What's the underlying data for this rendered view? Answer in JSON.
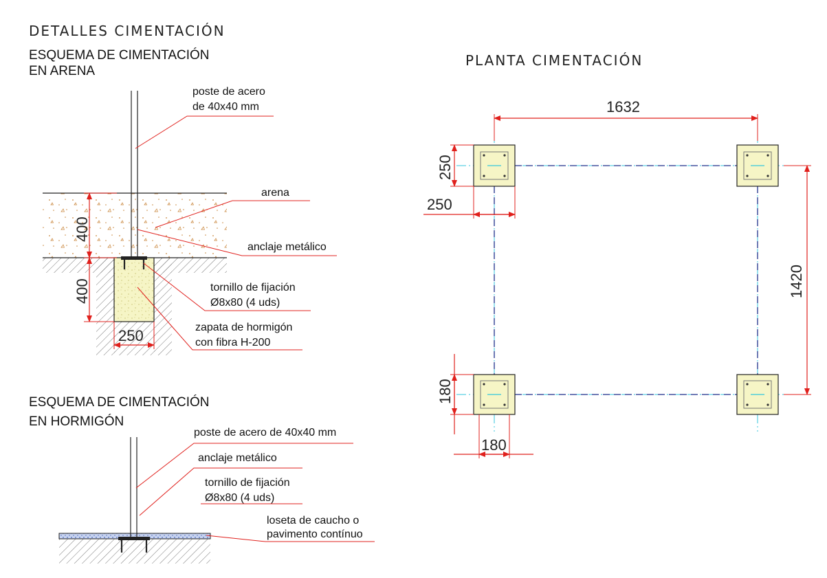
{
  "title": "DETALLES CIMENTACIÓN",
  "plan_title": "PLANTA CIMENTACIÓN",
  "sand": {
    "heading_line1": "ESQUEMA DE CIMENTACIÓN",
    "heading_line2": "EN ARENA",
    "label_post_1": "poste de acero",
    "label_post_2": "de 40x40 mm",
    "label_sand": "arena",
    "label_anchor": "anclaje metálico",
    "label_screw_1": "tornillo de fijación",
    "label_screw_2": "Ø8x80 (4 uds)",
    "label_footing_1": "zapata de hormigón",
    "label_footing_2": "con fibra H-200",
    "dim_sand_depth": "400",
    "dim_footing_depth": "400",
    "dim_footing_width": "250"
  },
  "concrete": {
    "heading_line1": "ESQUEMA DE CIMENTACIÓN",
    "heading_line2": "EN HORMIGÓN",
    "label_post": "poste de acero de 40x40 mm",
    "label_anchor": "anclaje metálico",
    "label_screw_1": "tornillo de fijación",
    "label_screw_2": "Ø8x80 (4 uds)",
    "label_tile_1": "loseta de caucho o",
    "label_tile_2": "pavimento contínuo"
  },
  "plan": {
    "dim_span_x": "1632",
    "dim_span_y": "1420",
    "dim_footing_sand_h": "250",
    "dim_footing_sand_w": "250",
    "dim_footing_conc_h": "180",
    "dim_footing_conc_w": "180"
  },
  "colors": {
    "dimension": "#e0201c",
    "axis_center": "#33c6dc",
    "axis_dash": "#1f2f8a",
    "concrete_fill": "#f6f5c6",
    "tile_fill": "#8fa8d8"
  }
}
